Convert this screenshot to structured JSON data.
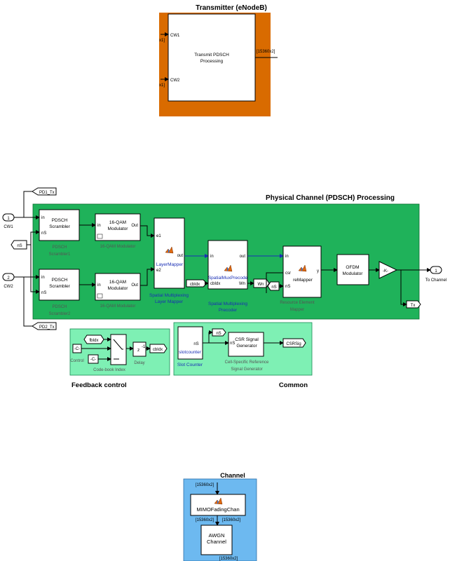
{
  "transmitter": {
    "title": "Transmitter (eNodeB)",
    "block_line1": "Transmit PDSCH",
    "block_line2": "Processing",
    "in1": "CW1",
    "in2": "CW2",
    "out_dim": "[15360x2]",
    "in1_dim": "x1]",
    "in2_dim": "x1]"
  },
  "pdsch": {
    "title": "Physical Channel (PDSCH) Processing",
    "cw1_num": "1",
    "cw1_label": "CW1",
    "cw2_num": "2",
    "cw2_label": "CW2",
    "ns_goto": "nS",
    "pd1_tag": "PD1_Tx",
    "pd2_tag": "PD2_Tx",
    "scr1_l1": "PDSCH",
    "scr1_l2": "Scrambler",
    "scr1_n1": "PDSCH",
    "scr1_n2": "Scrambler1",
    "scr2_l1": "PDSCH",
    "scr2_l2": "Scrambler",
    "scr2_n1": "PDSCH",
    "scr2_n2": "Scrambler2",
    "port_in": "in",
    "port_ns": "nS",
    "mod1_l1": "16-QAM",
    "mod1_l2": "Modulator",
    "mod1_name": "16-QAM Modulator",
    "mod2_l1": "16-QAM",
    "mod2_l2": "Modulator",
    "mod2_name": "16-QAM Modulator",
    "port_out": "Out",
    "lm_e1": "e1",
    "lm_e2": "e2",
    "lm_out": "out",
    "lm_fn": "LayerMapper",
    "lm_n1": "Spatial Multiplexing",
    "lm_n2": "Layer Mapper",
    "cbidx_goto": "cbIdx",
    "pre_in": "in",
    "pre_out": "out",
    "pre_cbidx": "cbIdx",
    "pre_wn": "Wn",
    "pre_fn": "SpatialMuxPrecode",
    "pre_n1": "Spatial Multiplexing",
    "pre_n2": "Precoder",
    "wn_goto": "Wn",
    "ns_from": "nS",
    "re_in": "in",
    "re_csr": "csr",
    "re_ns": "nS",
    "re_y": "y",
    "re_fn": "reMapper",
    "re_n1": "Resource Element",
    "re_n2": "Mapper",
    "ofdm_l1": "OFDM",
    "ofdm_l2": "Modulator",
    "gain": "-K-",
    "out_num": "1",
    "out_label": "To Channel",
    "tx_goto": "Tx"
  },
  "feedback": {
    "title": "Feedback control",
    "fbidx": "fbIdx",
    "const1": "-C-",
    "const1_name": "Control",
    "const2": "-C-",
    "switch_name": "Code-book Index",
    "delay_name": "Delay",
    "cbidx_goto": "cbIdx"
  },
  "common": {
    "title": "Common",
    "sc_fn": "slotcounter",
    "sc_port": "nS",
    "sc_name": "Slot Counter",
    "ns_goto": "nS",
    "csr_l1": "CSR Signal",
    "csr_l2": "Generator",
    "csr_ns": "nS",
    "csr_name1": "Cell-Specific Reference",
    "csr_name2": "Signal Generator",
    "csr_goto": "CSRSig"
  },
  "channel": {
    "title": "Channel",
    "dim1": "[15360x2]",
    "mimo_fn": "MIMOFadingChan",
    "dim2": "[15360x2]",
    "dim3": "[15360x2]",
    "awgn_l1": "AWGN",
    "awgn_l2": "Channel",
    "dim4": "[15360x2]"
  },
  "colors": {
    "tx_bg": "#d96b00",
    "pdsch_bg": "#1fb25a",
    "sub_bg": "#7ef0b4",
    "ch_bg": "#6db9f0",
    "blue_line": "#1a2fb5"
  },
  "icons": [
    "matlab-function-icon",
    "gain-triangle-icon",
    "switch-icon",
    "delay-icon"
  ]
}
